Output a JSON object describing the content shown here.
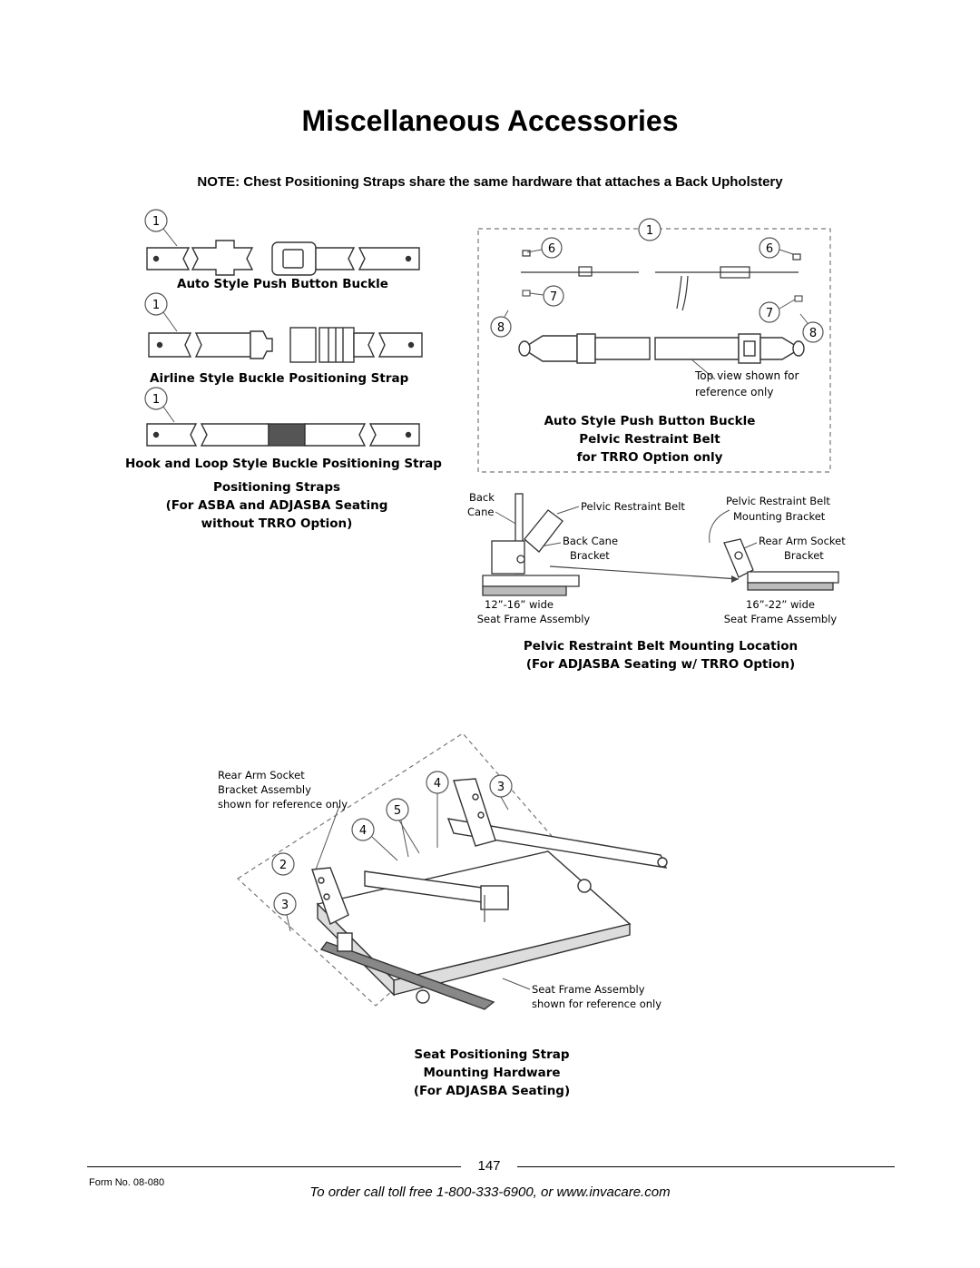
{
  "page": {
    "title": "Miscellaneous Accessories",
    "note": "NOTE: Chest Positioning Straps share the same hardware that attaches a Back Upholstery"
  },
  "fig_left": {
    "callout": "1",
    "strap1_label": "Auto Style Push Button Buckle",
    "strap2_label": "Airline Style Buckle Positioning Strap",
    "strap3_label": "Hook and Loop Style Buckle Positioning Strap",
    "caption_line1": "Positioning Straps",
    "caption_line2": "(For ASBA and ADJASBA Seating",
    "caption_line3": "without TRRO Option)"
  },
  "fig_right": {
    "callout_1": "1",
    "callout_6": "6",
    "callout_7": "7",
    "callout_8": "8",
    "note_line1": "Top view shown for",
    "note_line2": "reference only",
    "caption_line1": "Auto Style Push Button Buckle",
    "caption_line2": "Pelvic Restraint Belt",
    "caption_line3": "for TRRO Option only"
  },
  "fig_mount": {
    "back_cane": "Back",
    "back_cane2": "Cane",
    "pelvic_belt": "Pelvic Restraint Belt",
    "back_cane_bracket1": "Back Cane",
    "back_cane_bracket2": "Bracket",
    "prb_bracket1": "Pelvic Restraint Belt",
    "prb_bracket2": "Mounting Bracket",
    "rear_arm1": "Rear Arm Socket",
    "rear_arm2": "Bracket",
    "width_left": "12”-16” wide",
    "frame_left": "Seat Frame Assembly",
    "width_right": "16”-22” wide",
    "frame_right": "Seat Frame Assembly",
    "caption_line1": "Pelvic Restraint Belt Mounting Location",
    "caption_line2": "(For ADJASBA Seating w/ TRRO Option)"
  },
  "fig_seat": {
    "rear_arm_line1": "Rear Arm Socket",
    "rear_arm_line2": "Bracket Assembly",
    "rear_arm_line3": "shown for reference only",
    "callout_2": "2",
    "callout_3": "3",
    "callout_4": "4",
    "callout_5": "5",
    "frame_line1": "Seat Frame Assembly",
    "frame_line2": "shown for reference only",
    "caption_line1": "Seat Positioning Strap",
    "caption_line2": "Mounting Hardware",
    "caption_line3": "(For ADJASBA Seating)"
  },
  "footer": {
    "page_number": "147",
    "form_no": "Form No. 08-080",
    "order_text": "To order call toll free 1-800-333-6900, or www.invacare.com"
  }
}
